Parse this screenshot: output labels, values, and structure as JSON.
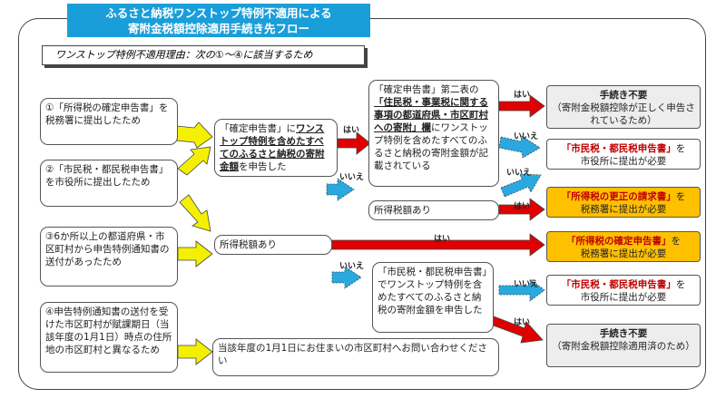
{
  "header": {
    "title_line1": "ふるさと納税ワンストップ特例不適用による",
    "title_line2": "寄附金税額控除適用手続き先フロー"
  },
  "reason": "ワンストップ特例不適用理由：次の①～④に該当するため",
  "cases": {
    "c1": "①「所得税の確定申告書」を税務署に提出したため",
    "c2": "②「市民税・都民税申告書」を市役所に提出したため",
    "c3": "③6か所以上の都道府県・市区町村から申告特例通知書の送付があったため",
    "c4": "④申告特例通知書の送付を受けた市区町村が賦課期日（当該年度の1月1日）時点の住所地の市区町村と異なるため"
  },
  "mid": {
    "q1_a": "「確定申告書」に",
    "q1_b": "ワンストップ特例を含めたすべてのふるさと納税の寄附金額",
    "q1_c": "を申告した",
    "income_tax_1": "所得税額あり",
    "q3": "「市民税・都民税申告書」でワンストップ特例を含めたすべてのふるさと納税の寄附金額を申告した",
    "q2_a": "「確定申告書」第二表の",
    "q2_b": "「住民税・事業税に関する事項の都道府県・市区町村への寄附」欄",
    "q2_c": "にワンストップ特例を含めたすべてのふるさと納税の寄附金額が記載されている",
    "income_tax_2": "所得税額あり",
    "inquiry": "当該年度の1月1日にお住まいの市区町村へお問い合わせください"
  },
  "results": {
    "r1_title": "手続き不要",
    "r1_sub": "（寄附金税額控除が正しく申告されているため）",
    "r2_title": "「市民税・都民税申告書」",
    "r2_tail": "を",
    "r2_sub": "市役所に提出が必要",
    "r3_title": "「所得税の更正の請求書」",
    "r3_tail": "を",
    "r3_sub": "税務署に提出が必要",
    "r4_title": "「所得税の確定申告書」",
    "r4_tail": "を",
    "r4_sub": "税務署に提出が必要",
    "r5_title": "「市民税・都民税申告書」",
    "r5_tail": "を",
    "r5_sub": "市役所に提出が必要",
    "r6_title": "手続き不要",
    "r6_sub": "（寄附金税額控除適用済のため）"
  },
  "labels": {
    "yes": "はい",
    "no": "いいえ"
  },
  "colors": {
    "title_bg": "#1a9ed9",
    "yes_arrow": "#e00000",
    "no_arrow": "#29a9e0",
    "case_arrow": "#f5f000",
    "orange_box": "#ffc000",
    "gray_box": "#ededed"
  }
}
